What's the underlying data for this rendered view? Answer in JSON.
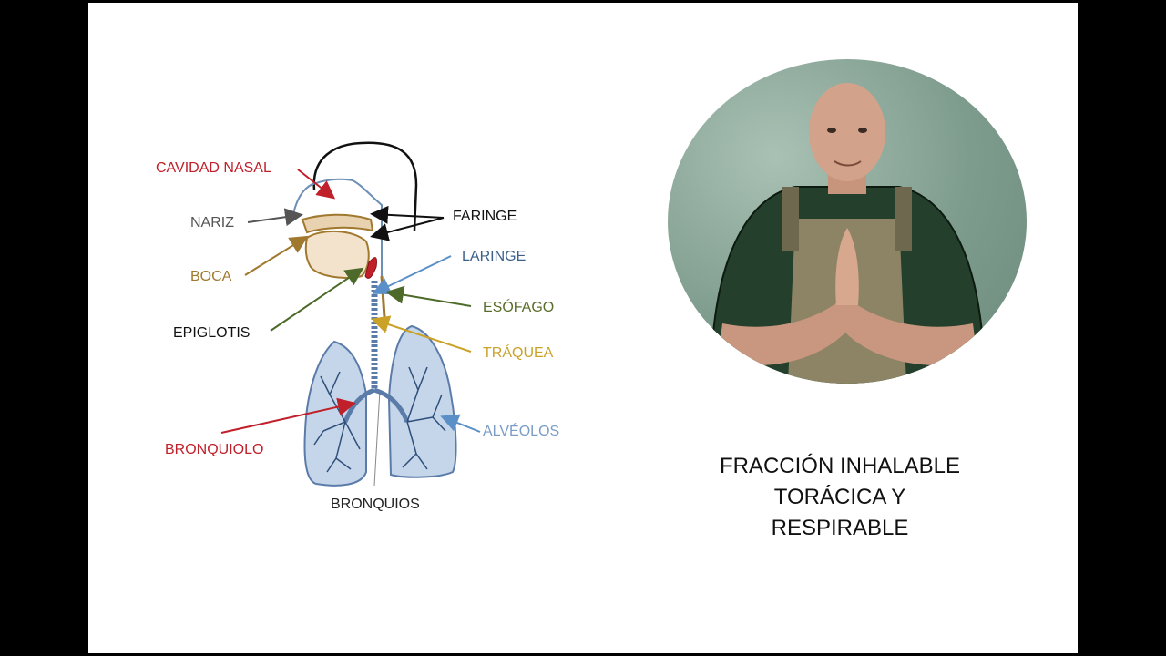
{
  "diagram": {
    "labels": {
      "cavidad_nasal": "CAVIDAD NASAL",
      "nariz": "NARIZ",
      "boca": "BOCA",
      "epiglotis": "EPIGLOTIS",
      "bronquiolo": "BRONQUIOLO",
      "bronquios": "BRONQUIOS",
      "faringe": "FARINGE",
      "laringe": "LARINGE",
      "esofago": "ESÓFAGO",
      "traquea": "TRÁQUEA",
      "alveolos": "ALVÉOLOS"
    },
    "colors": {
      "red": "#c0202a",
      "gray": "#555555",
      "brown": "#a0782e",
      "black": "#111111",
      "blue": "#5a8fc8",
      "olive": "#5a6e2a",
      "gold": "#c9a227",
      "lung_fill": "#c5d6ea",
      "lung_stroke": "#5b7ba8"
    }
  },
  "caption": {
    "line1": "FRACCIÓN INHALABLE",
    "line2": "TORÁCICA Y",
    "line3": "RESPIRABLE"
  },
  "portrait": {
    "subject": "presenter-photo"
  }
}
